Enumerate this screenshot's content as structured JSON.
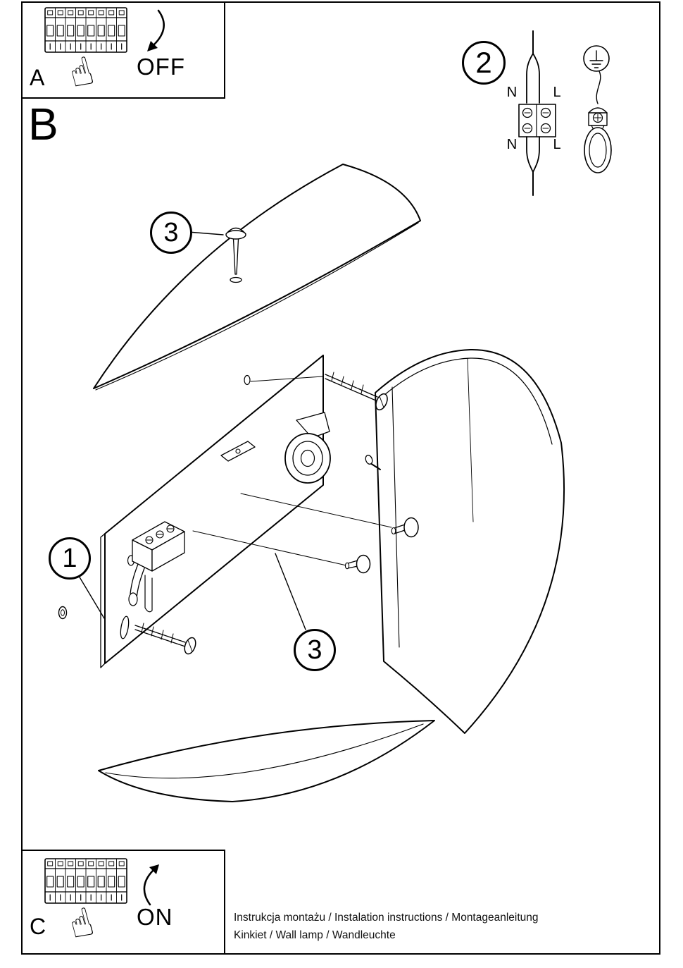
{
  "sections": {
    "a": {
      "label": "A",
      "power_state": "OFF"
    },
    "b": {
      "label": "B"
    },
    "c": {
      "label": "C",
      "power_state": "ON"
    }
  },
  "callouts": {
    "step_1": "1",
    "step_2": "2",
    "step_3_top": "3",
    "step_3_bottom": "3"
  },
  "wiring": {
    "top_n": "N",
    "top_l": "L",
    "bottom_n": "N",
    "bottom_l": "L"
  },
  "icons": {
    "hand_pointing": "☝"
  },
  "footer": {
    "line1": "Instrukcja montażu / Instalation instructions / Montageanleitung",
    "line2": "Kinkiet  / Wall lamp / Wandleuchte"
  },
  "colors": {
    "ink": "#000000",
    "paper": "#ffffff"
  }
}
